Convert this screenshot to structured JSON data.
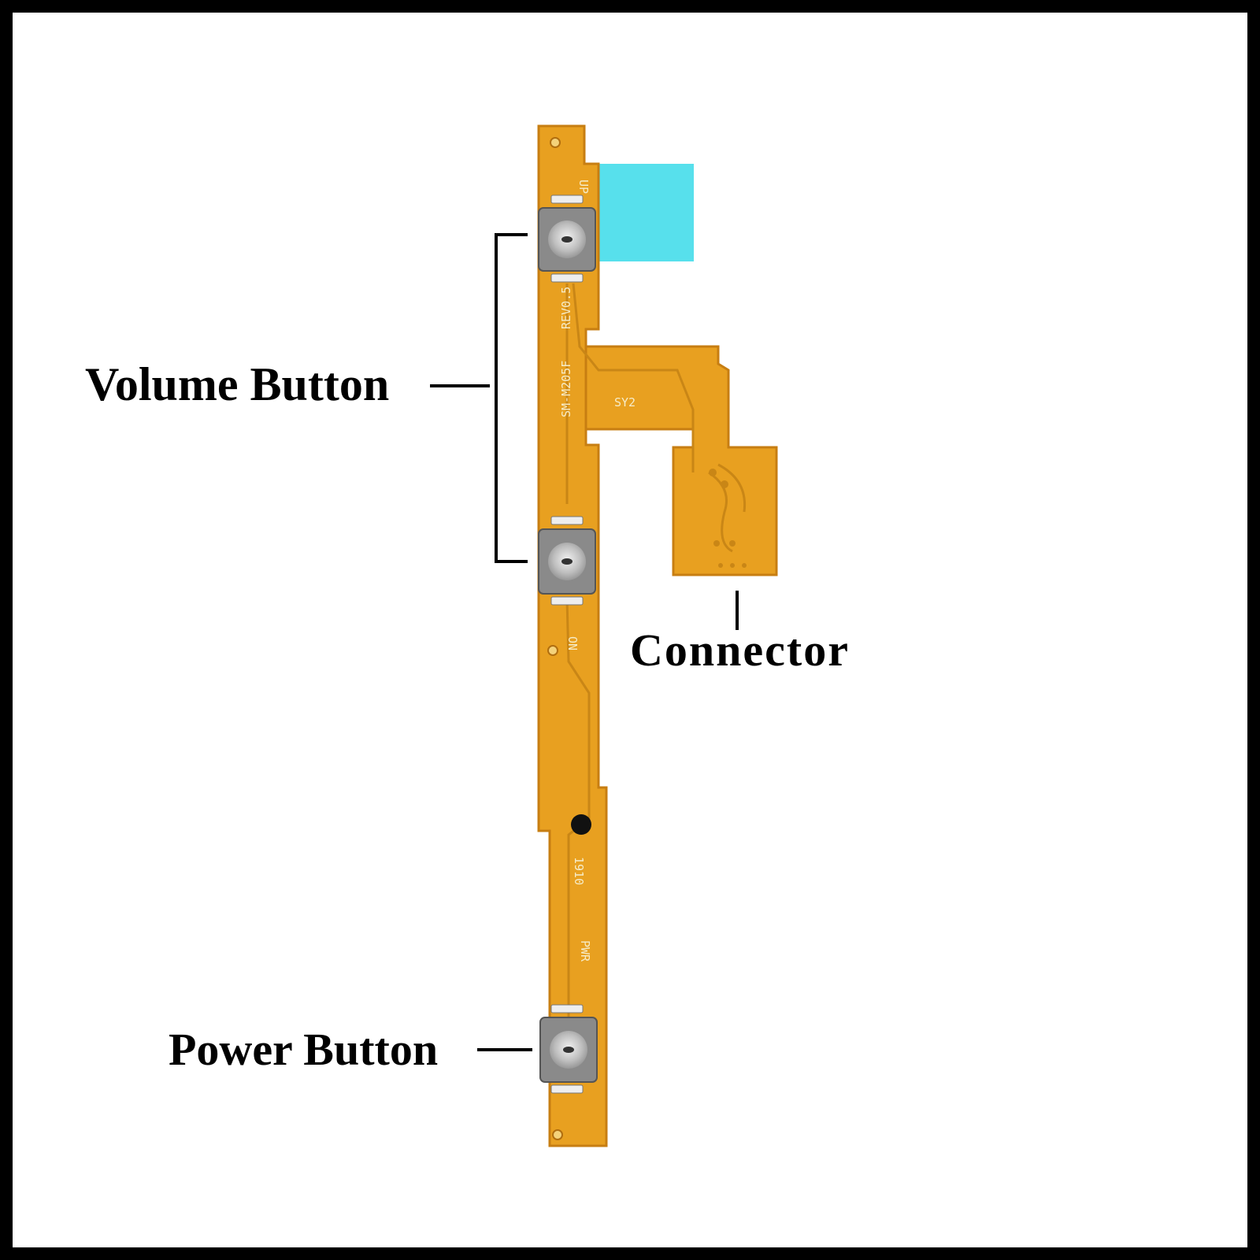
{
  "labels": {
    "volume_button": "Volume Button",
    "connector": "Connector",
    "power_button": "Power Button"
  },
  "pcb_markings": {
    "up": "UP",
    "model": "SM-M205F",
    "revision": "REV0.5",
    "on": "ON",
    "date_code": "1910",
    "pwr": "PWR",
    "connector_code": "SY2"
  },
  "colors": {
    "flex": "#e8a020",
    "flex_edge": "#c77e12",
    "trace": "#c98616",
    "adhesive": "#57e0ec",
    "switch_metal": "#b7b7b7",
    "background": "#ffffff",
    "border": "#000000"
  }
}
